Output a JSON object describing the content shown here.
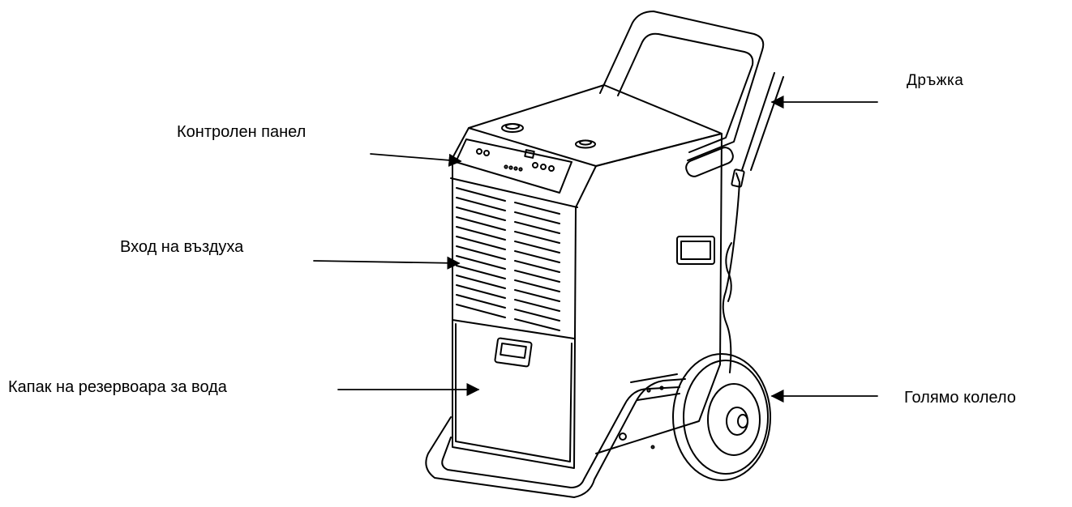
{
  "labels": {
    "control_panel": "Контролен панел",
    "air_inlet": "Вход на въздуха",
    "tank_cover": "Капак на резервоара за вода",
    "handle": "Дръжка",
    "large_wheel": "Голямо колело"
  },
  "colors": {
    "line": "#000000",
    "background": "#ffffff"
  }
}
